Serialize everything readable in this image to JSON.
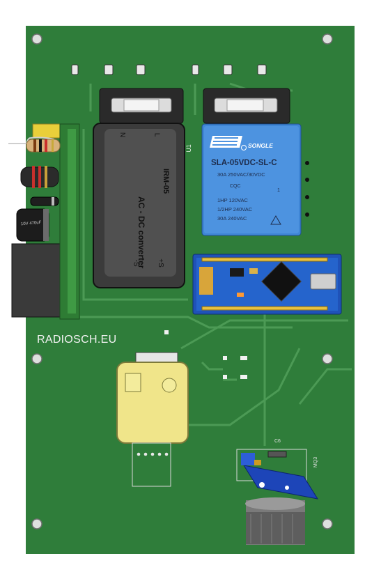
{
  "board": {
    "brand_label": "RADIOSCH.EU",
    "color_pcb": "#2f7d3a",
    "color_trace": "#4c9a55"
  },
  "converter": {
    "title": "AC - DC converter",
    "model": "IRM-05",
    "pin_n": "N",
    "pin_l": "L",
    "pin_minus": "-S",
    "pin_plus": "+S",
    "ref": "U1"
  },
  "relay": {
    "brand": "SONGLE",
    "model": "SLA-05VDC-SL-C",
    "rating_1": "30A 250VAC/30VDC",
    "cqc": "CQC",
    "one": "1",
    "rating_2": "1HP 120VAC",
    "rating_3": "1/2HP 240VAC",
    "rating_4": "30A  240VAC"
  },
  "capacitor": {
    "label": "10V 470uF"
  },
  "sensor": {
    "ref_cap": "C6",
    "ref_sensor": "MQ3"
  }
}
